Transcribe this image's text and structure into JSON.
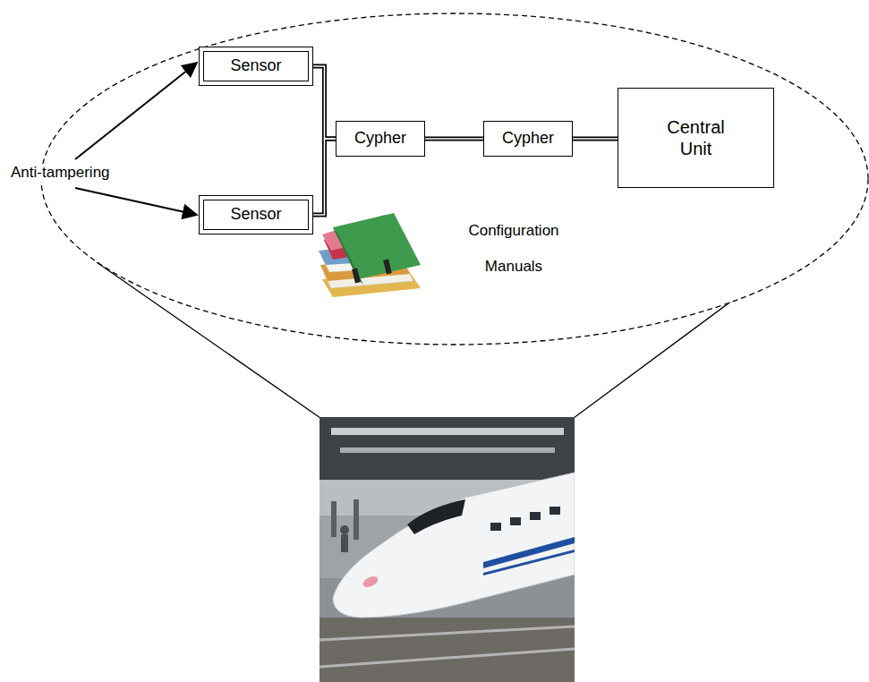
{
  "diagram": {
    "nodes": [
      {
        "text": [
          "Sensor"
        ]
      },
      {
        "text": [
          "Sensor"
        ]
      },
      {
        "text": [
          "Cypher"
        ]
      },
      {
        "text": [
          "Cypher"
        ]
      },
      {
        "text": [
          "Central Unit"
        ]
      }
    ],
    "edges": [
      {
        "from": 0,
        "to": 2,
        "arrow": "none"
      },
      {
        "from": 1,
        "to": 2,
        "arrow": "none"
      },
      {
        "from": 2,
        "to": 3,
        "arrow": "none"
      },
      {
        "from": 3,
        "to": 4,
        "arrow": "none"
      }
    ],
    "labels": [
      "Anti-tampering",
      "Configuration Manuals"
    ]
  }
}
